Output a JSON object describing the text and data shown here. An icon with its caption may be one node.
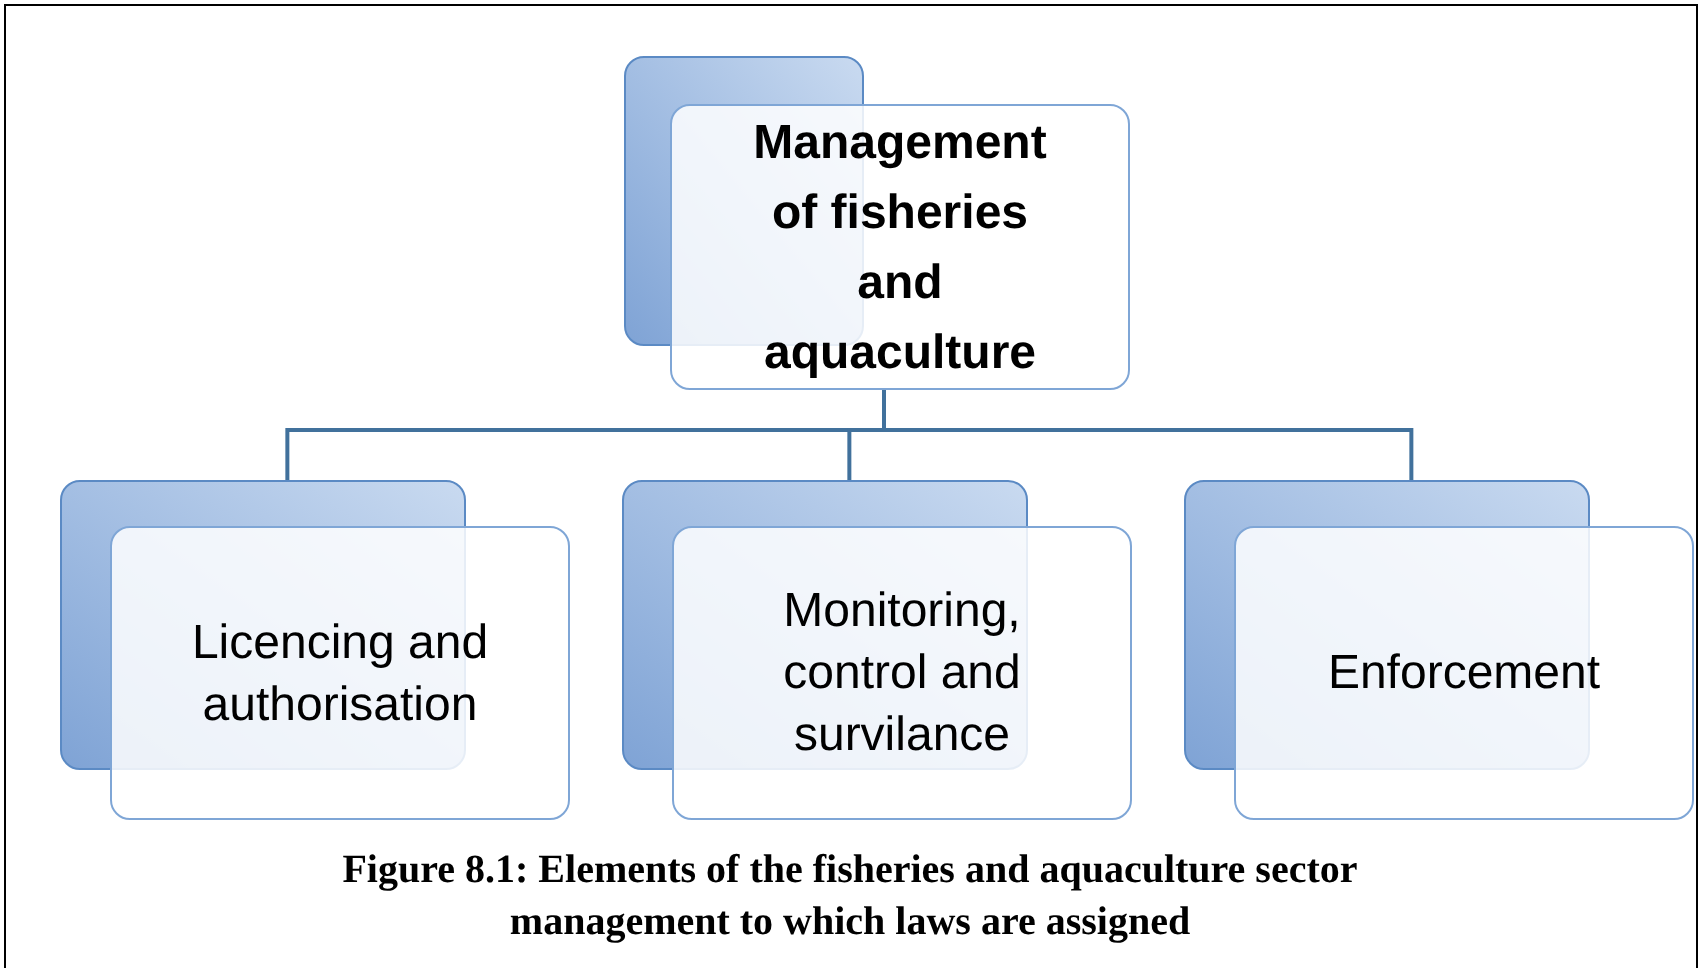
{
  "diagram": {
    "caption": "Figure 8.1: Elements of the fisheries and aquaculture sector management to which laws are assigned",
    "nodes": [
      {
        "text": [
          "Management of fisheries and aquaculture"
        ]
      },
      {
        "text": [
          "Licencing and authorisation"
        ]
      },
      {
        "text": [
          "Monitoring, control and survilance"
        ]
      },
      {
        "text": [
          "Enforcement"
        ]
      }
    ],
    "edges": [
      {
        "from": 0,
        "to": 1,
        "arrow": "none"
      },
      {
        "from": 0,
        "to": 2,
        "arrow": "none"
      },
      {
        "from": 0,
        "to": 3,
        "arrow": "none"
      }
    ]
  }
}
